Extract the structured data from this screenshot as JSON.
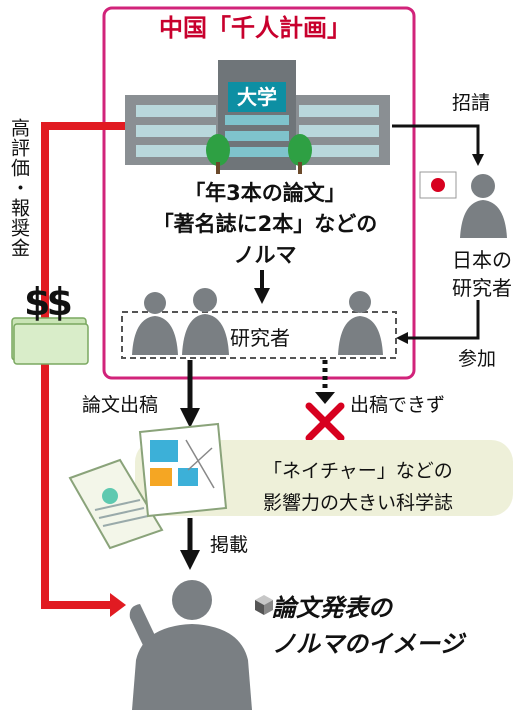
{
  "title": "中国「千人計画」",
  "university_label": "大学",
  "quota": {
    "line1": "「年3本の論文」",
    "line2": "「著名誌に2本」などの",
    "line3": "ノルマ"
  },
  "left_label": "高評価・報奨金",
  "money_symbol": "$$",
  "invite_label": "招請",
  "japanese_researcher_label_1": "日本の",
  "japanese_researcher_label_2": "研究者",
  "join_label": "参加",
  "researchers_label": "研究者",
  "submit_label": "論文出稿",
  "cannot_submit_label": "出稿できず",
  "journal_label_1": "「ネイチャー」などの",
  "journal_label_2": "影響力の大きい科学誌",
  "published_label": "掲載",
  "caption_line1": "論文発表の",
  "caption_line2": "ノルマのイメージ",
  "colors": {
    "frame": "#d1237a",
    "arrow_red": "#e11b22",
    "building": "#8a8f93",
    "teal": "#0d8fa3"
  }
}
